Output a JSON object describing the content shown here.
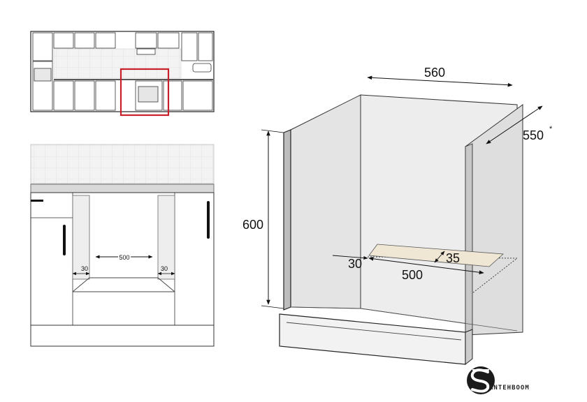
{
  "main_dims": {
    "width": "560",
    "depth": "550",
    "depth_mark": "*",
    "height": "600",
    "inner_width": "500",
    "side_gap": "30",
    "back_gap": "35"
  },
  "front_dims": {
    "inner_width": "500",
    "left_gap": "30",
    "right_gap": "30"
  },
  "brand": {
    "name": "ANTEHBOOM",
    "highlight_color": "#c8202a"
  }
}
